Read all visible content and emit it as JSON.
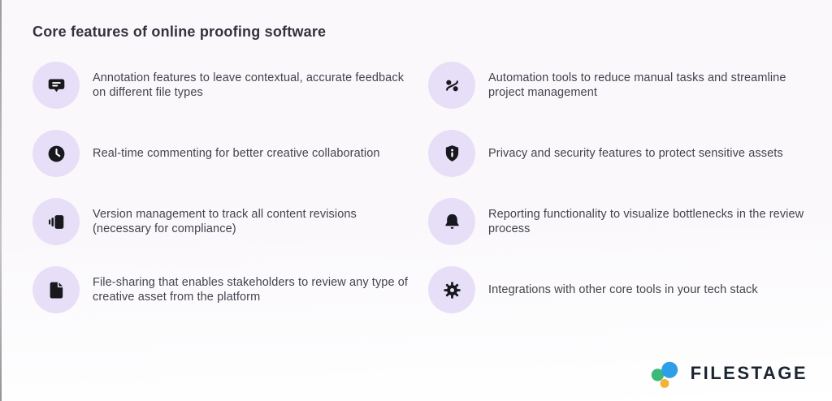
{
  "title": "Core features of online proofing software",
  "features": {
    "left": [
      {
        "icon": "annotation-icon",
        "text": "Annotation features to leave contextual, accurate feedback on different file types"
      },
      {
        "icon": "clock-icon",
        "text": "Real-time commenting for better creative collaboration"
      },
      {
        "icon": "versions-icon",
        "text": "Version management to track all content revisions (necessary for compliance)"
      },
      {
        "icon": "file-icon",
        "text": "File-sharing that enables stakeholders to review any type of creative asset from the platform"
      }
    ],
    "right": [
      {
        "icon": "automation-icon",
        "text": "Automation tools to reduce manual tasks and streamline project management"
      },
      {
        "icon": "shield-info-icon",
        "text": "Privacy and security features to protect sensitive assets"
      },
      {
        "icon": "bell-icon",
        "text": "Reporting functionality to visualize bottlenecks in the review process"
      },
      {
        "icon": "gear-icon",
        "text": "Integrations with other core tools in your tech stack"
      }
    ]
  },
  "logo": {
    "text": "FILESTAGE"
  },
  "colors": {
    "icon_circle_bg": "#E6DFF7",
    "icon_glyph": "#18181F",
    "title_color": "#33333D",
    "body_text": "#43434D",
    "logo_green": "#3CB878",
    "logo_blue": "#2E9FE6",
    "logo_yellow": "#F2B233",
    "logo_text": "#1B2431"
  }
}
